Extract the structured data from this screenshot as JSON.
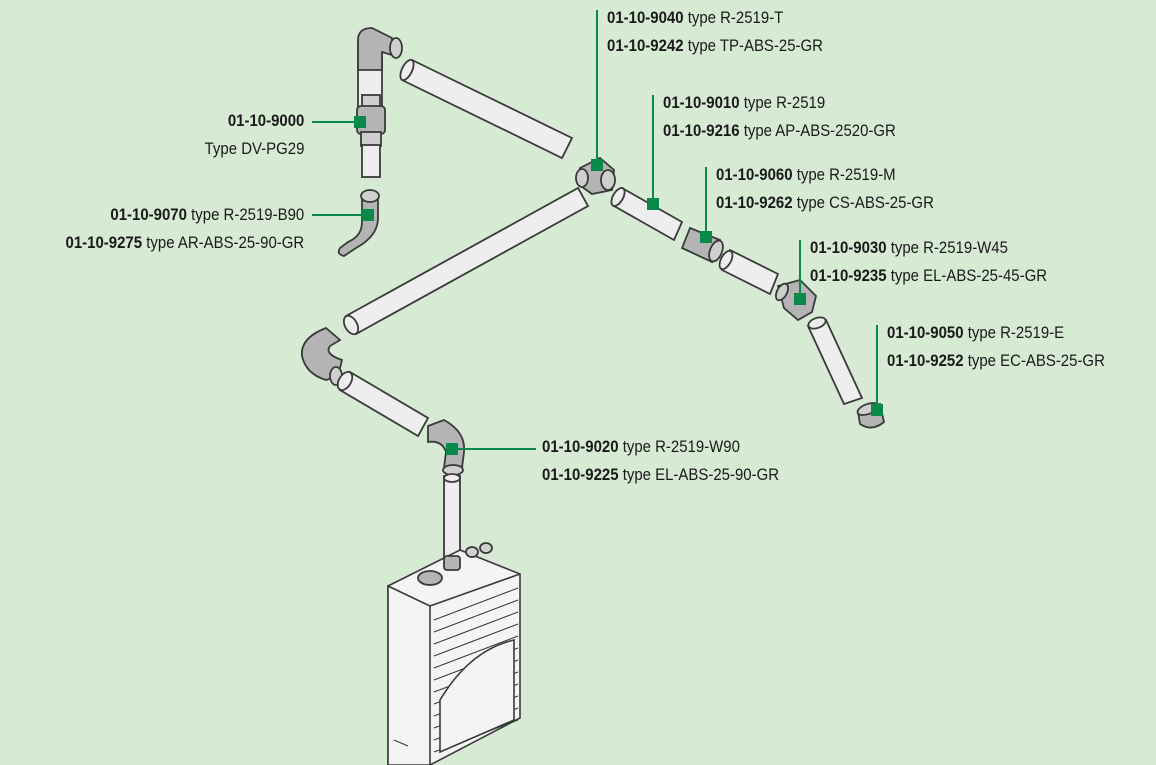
{
  "colors": {
    "background": "#d6ead4",
    "accent_green": "#0a8a4a",
    "pipe_fill": "#eeeeee",
    "pipe_stroke": "#3a3a3a",
    "fitting_fill": "#b4b4b4"
  },
  "parts": [
    {
      "id": "dv",
      "lines": [
        {
          "code": "01-10-9000",
          "type": ""
        },
        {
          "code": "",
          "type": "Type DV-PG29"
        }
      ]
    },
    {
      "id": "b90",
      "lines": [
        {
          "code": "01-10-9070",
          "type": "type R-2519-B90"
        },
        {
          "code": "01-10-9275",
          "type": "type AR-ABS-25-90-GR"
        }
      ]
    },
    {
      "id": "tee",
      "lines": [
        {
          "code": "01-10-9040",
          "type": "type R-2519-T"
        },
        {
          "code": "01-10-9242",
          "type": "type TP-ABS-25-GR"
        }
      ]
    },
    {
      "id": "pipe",
      "lines": [
        {
          "code": "01-10-9010",
          "type": "type R-2519"
        },
        {
          "code": "01-10-9216",
          "type": "type AP-ABS-2520-GR"
        }
      ]
    },
    {
      "id": "coupler",
      "lines": [
        {
          "code": "01-10-9060",
          "type": "type R-2519-M"
        },
        {
          "code": "01-10-9262",
          "type": "type CS-ABS-25-GR"
        }
      ]
    },
    {
      "id": "w45",
      "lines": [
        {
          "code": "01-10-9030",
          "type": "type R-2519-W45"
        },
        {
          "code": "01-10-9235",
          "type": "type EL-ABS-25-45-GR"
        }
      ]
    },
    {
      "id": "endcap",
      "lines": [
        {
          "code": "01-10-9050",
          "type": "type R-2519-E"
        },
        {
          "code": "01-10-9252",
          "type": "type EC-ABS-25-GR"
        }
      ]
    },
    {
      "id": "w90",
      "lines": [
        {
          "code": "01-10-9020",
          "type": "type R-2519-W90"
        },
        {
          "code": "01-10-9225",
          "type": "type EL-ABS-25-90-GR"
        }
      ]
    }
  ]
}
